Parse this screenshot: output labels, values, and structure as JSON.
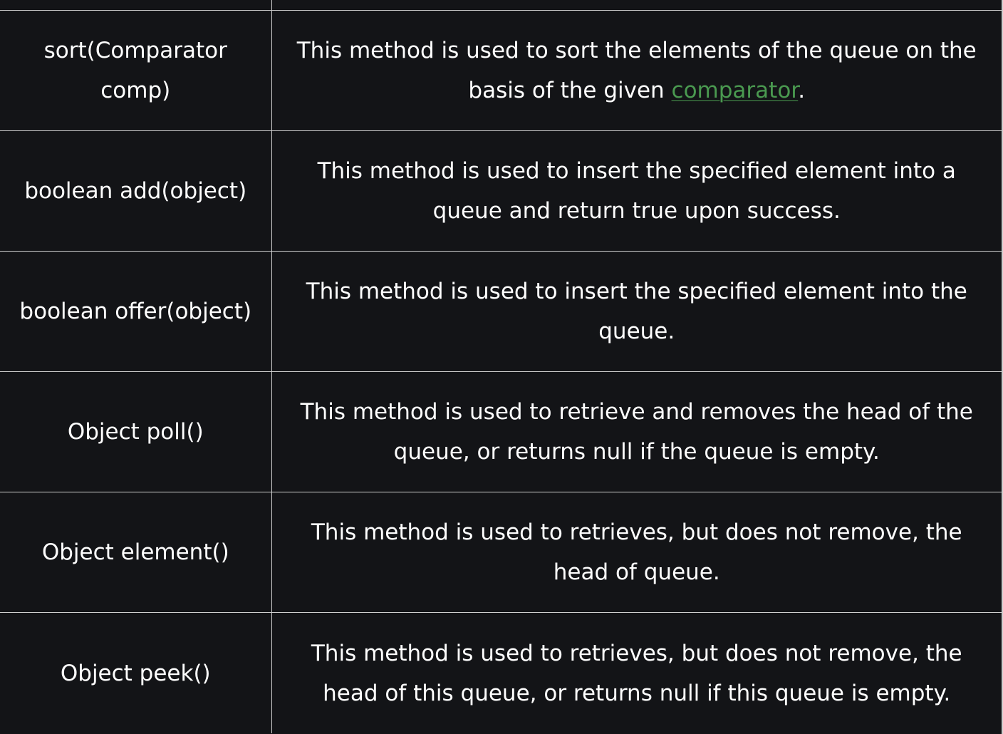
{
  "rows": [
    {
      "method": "sort(Comparator comp)",
      "description_before": "This method is used to sort the elements of the queue on the basis of the given ",
      "description_link": "comparator",
      "description_after": "."
    },
    {
      "method": "boolean add(object)",
      "description_before": "This method is used to insert the specified element into a queue and return true upon success.",
      "description_link": "",
      "description_after": ""
    },
    {
      "method": "boolean offer(object)",
      "description_before": "This method is used to insert the specified element into the queue.",
      "description_link": "",
      "description_after": ""
    },
    {
      "method": "Object poll()",
      "description_before": "This method is used to retrieve and removes the head of the queue, or returns null if the queue is empty.",
      "description_link": "",
      "description_after": ""
    },
    {
      "method": "Object element()",
      "description_before": "This method is used to retrieves, but does not remove, the head of queue.",
      "description_link": "",
      "description_after": ""
    },
    {
      "method": "Object peek()",
      "description_before": "This method is used to retrieves, but does not remove, the head of this queue, or returns null if this queue is empty.",
      "description_link": "",
      "description_after": ""
    }
  ],
  "colors": {
    "background": "#131417",
    "text": "#ffffff",
    "border": "#cfcfcf",
    "link": "#4a9950"
  }
}
